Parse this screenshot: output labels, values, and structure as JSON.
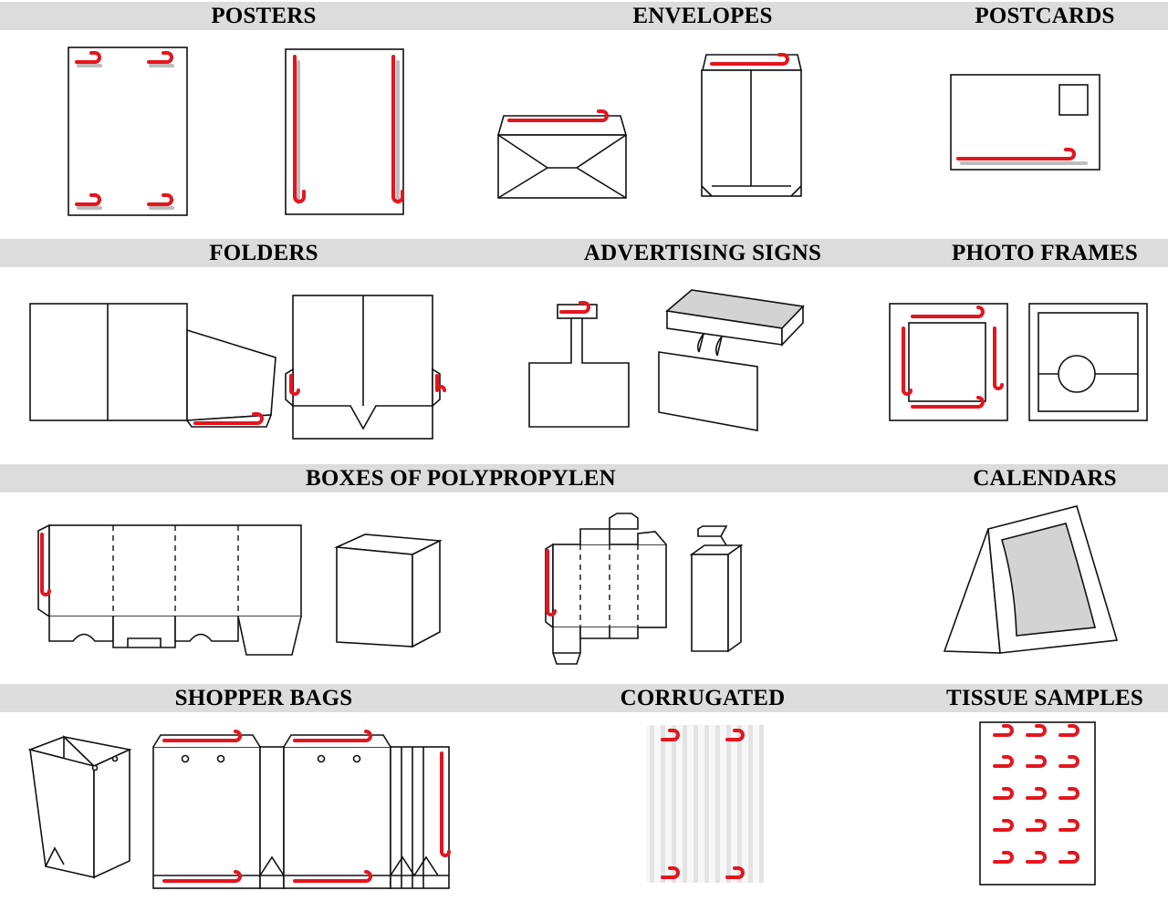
{
  "rows": [
    {
      "sections": [
        {
          "id": "posters",
          "label": "POSTERS"
        },
        {
          "id": "envelopes",
          "label": "ENVELOPES"
        },
        {
          "id": "postcards",
          "label": "POSTCARDS"
        }
      ]
    },
    {
      "sections": [
        {
          "id": "folders",
          "label": "FOLDERS"
        },
        {
          "id": "advertising-signs",
          "label": "ADVERTISING SIGNS"
        },
        {
          "id": "photo-frames",
          "label": "PHOTO FRAMES"
        }
      ]
    },
    {
      "sections": [
        {
          "id": "boxes-of-polypropylen",
          "label": "BOXES OF POLYPROPYLEN"
        },
        {
          "id": "calendars",
          "label": "CALENDARS"
        }
      ]
    },
    {
      "sections": [
        {
          "id": "shopper-bags",
          "label": "SHOPPER BAGS"
        },
        {
          "id": "corrugated",
          "label": "CORRUGATED"
        },
        {
          "id": "tissue-samples",
          "label": "TISSUE SAMPLES"
        }
      ]
    }
  ],
  "colors": {
    "header_band": "#dcdcdc",
    "tape": "#e3161e",
    "outline": "#111111"
  }
}
